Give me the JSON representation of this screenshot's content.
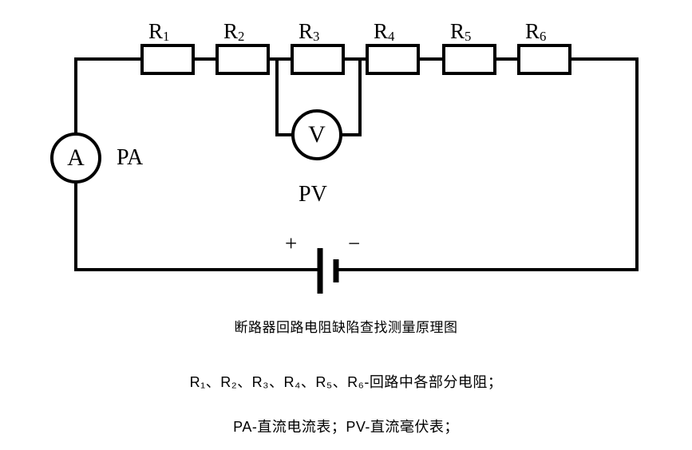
{
  "diagram": {
    "type": "electrical-circuit-schematic",
    "resistors": [
      {
        "id": "R1",
        "label": "R",
        "sub": "1"
      },
      {
        "id": "R2",
        "label": "R",
        "sub": "2"
      },
      {
        "id": "R3",
        "label": "R",
        "sub": "3"
      },
      {
        "id": "R4",
        "label": "R",
        "sub": "4"
      },
      {
        "id": "R5",
        "label": "R",
        "sub": "5"
      },
      {
        "id": "R6",
        "label": "R",
        "sub": "6"
      }
    ],
    "meters": [
      {
        "id": "PA",
        "glyph": "A",
        "name": "PA",
        "kind": "ammeter"
      },
      {
        "id": "PV",
        "glyph": "V",
        "name": "PV",
        "kind": "voltmeter"
      }
    ],
    "battery": {
      "positive": "+",
      "negative": "−"
    },
    "stroke_color": "#000000"
  },
  "caption": {
    "title": "断路器回路电阻缺陷查找测量原理图",
    "note_resistors_prefix": "R",
    "note_resistors": "R₁、R₂、R₃、R₄、R₅、R₆-回路中各部分电阻；",
    "note_meters": "PA-直流电流表；PV-直流毫伏表；"
  }
}
